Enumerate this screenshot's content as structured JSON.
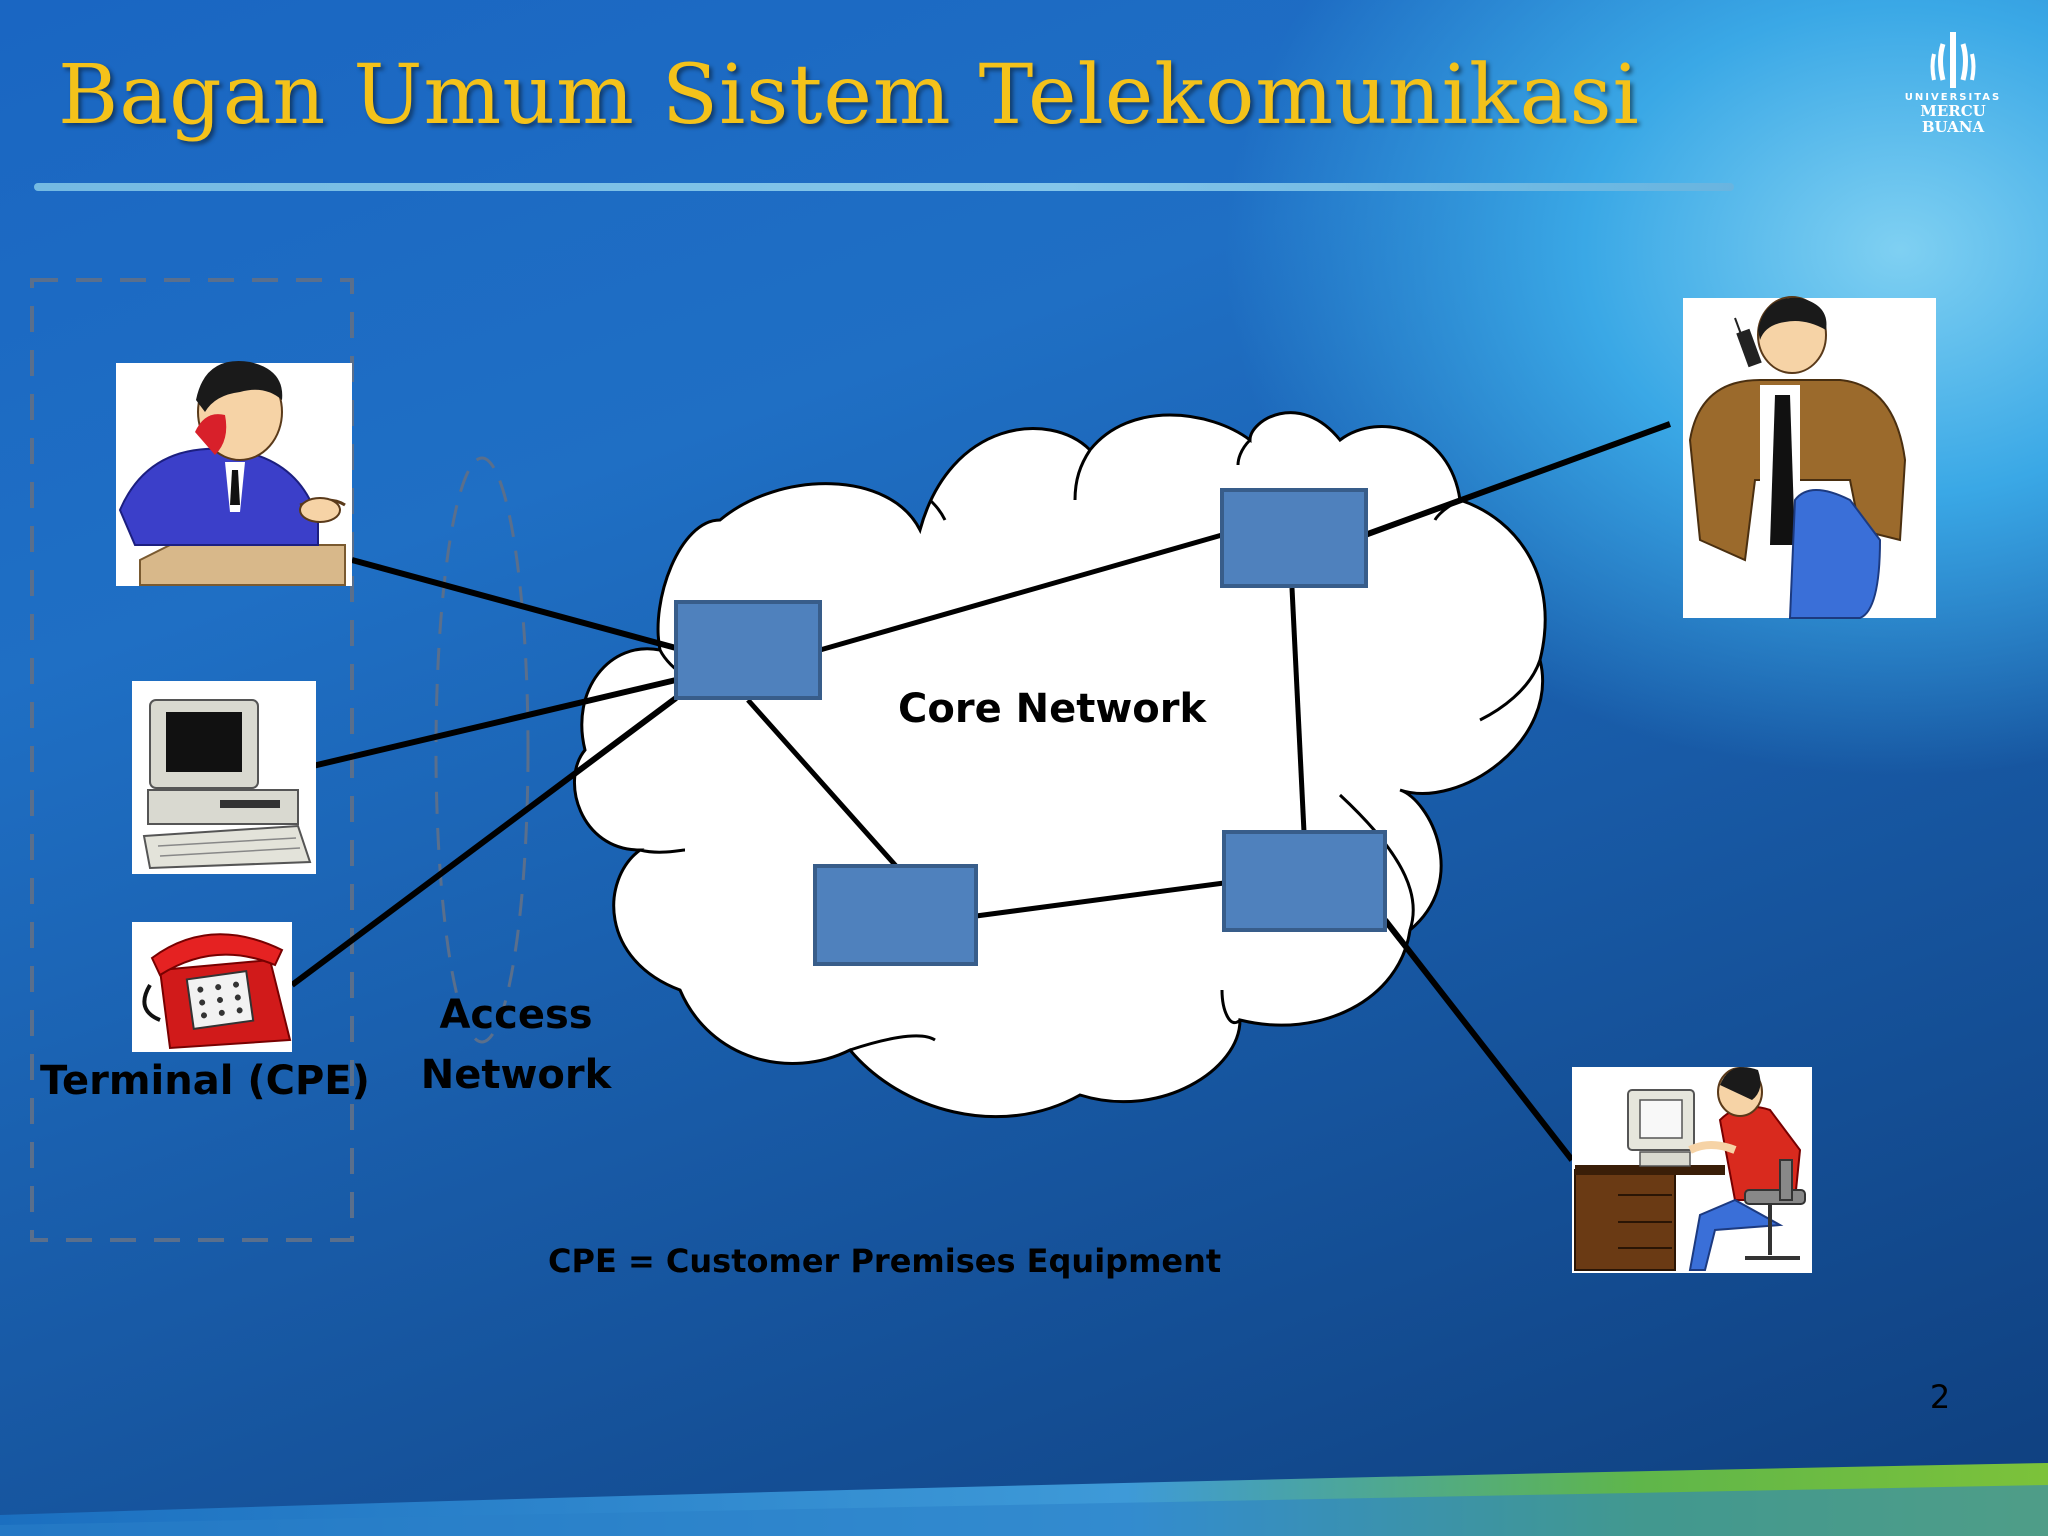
{
  "slide": {
    "title": "Bagan Umum Sistem Telekomunikasi",
    "page_number": "2",
    "logo": {
      "line1": "UNIVERSITAS",
      "line2": "MERCU BUANA"
    }
  },
  "diagram": {
    "core_label": "Core Network",
    "access_label_line1": "Access",
    "access_label_line2": "Network",
    "terminal_label": "Terminal (CPE)",
    "footnote": "CPE = Customer Premises Equipment"
  },
  "colors": {
    "title": "#f4c21a",
    "node_fill": "#4f81bd",
    "node_stroke": "#385d8a",
    "cloud_fill": "#ffffff"
  },
  "icons": [
    "man-phone-desk-icon",
    "computer-icon",
    "red-telephone-icon",
    "man-mobile-phone-icon",
    "man-computer-desk-icon"
  ]
}
